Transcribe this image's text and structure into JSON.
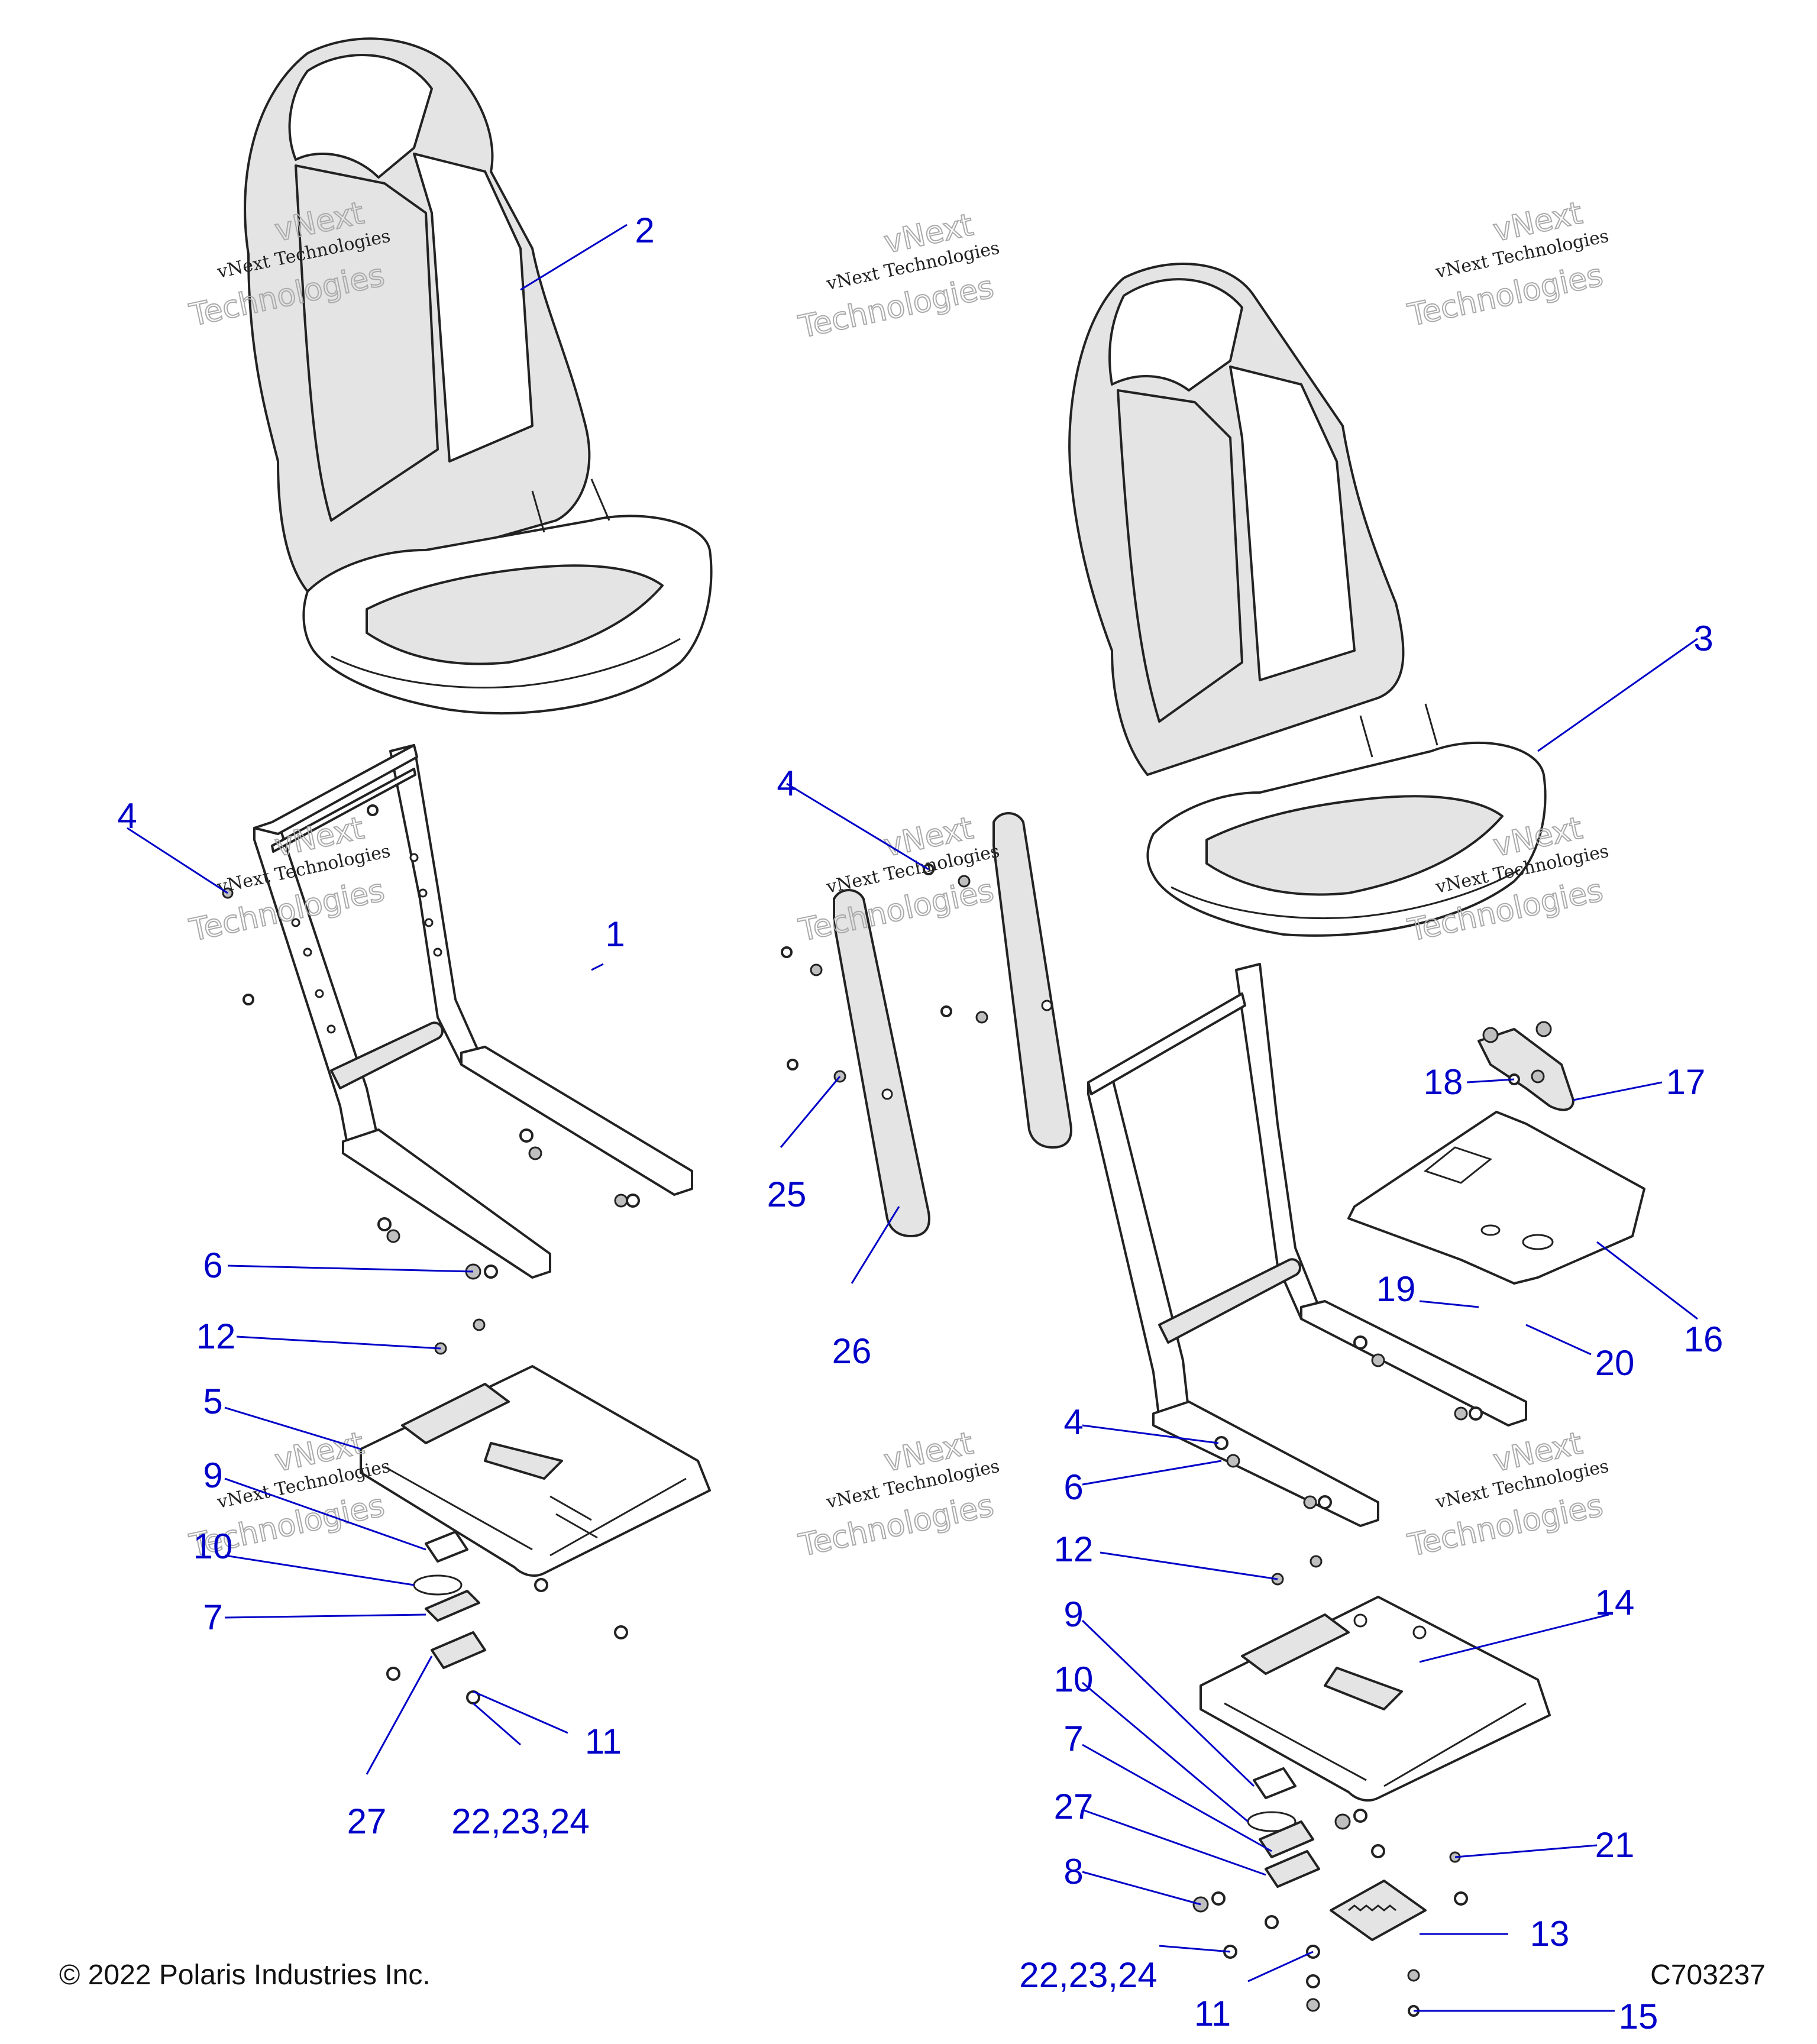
{
  "callouts": [
    {
      "label": "1"
    },
    {
      "label": "2"
    },
    {
      "label": "3"
    },
    {
      "label": "4"
    },
    {
      "label": "4"
    },
    {
      "label": "4"
    },
    {
      "label": "5"
    },
    {
      "label": "6"
    },
    {
      "label": "6"
    },
    {
      "label": "7"
    },
    {
      "label": "7"
    },
    {
      "label": "8"
    },
    {
      "label": "9"
    },
    {
      "label": "9"
    },
    {
      "label": "10"
    },
    {
      "label": "10"
    },
    {
      "label": "11"
    },
    {
      "label": "11"
    },
    {
      "label": "12"
    },
    {
      "label": "12"
    },
    {
      "label": "13"
    },
    {
      "label": "14"
    },
    {
      "label": "15"
    },
    {
      "label": "16"
    },
    {
      "label": "17"
    },
    {
      "label": "18"
    },
    {
      "label": "19"
    },
    {
      "label": "20"
    },
    {
      "label": "21"
    },
    {
      "label": "22,23,24"
    },
    {
      "label": "22,23,24"
    },
    {
      "label": "25"
    },
    {
      "label": "26"
    },
    {
      "label": "27"
    },
    {
      "label": "27"
    }
  ],
  "watermark": {
    "line1": "vNext Technologies",
    "line2": "vNext",
    "line3": "Technologies"
  },
  "footer": {
    "copyright": "© 2022 Polaris Industries Inc.",
    "drawing_number": "C703237"
  },
  "colors": {
    "callout": "#0000c8",
    "line_art": "#222222"
  }
}
